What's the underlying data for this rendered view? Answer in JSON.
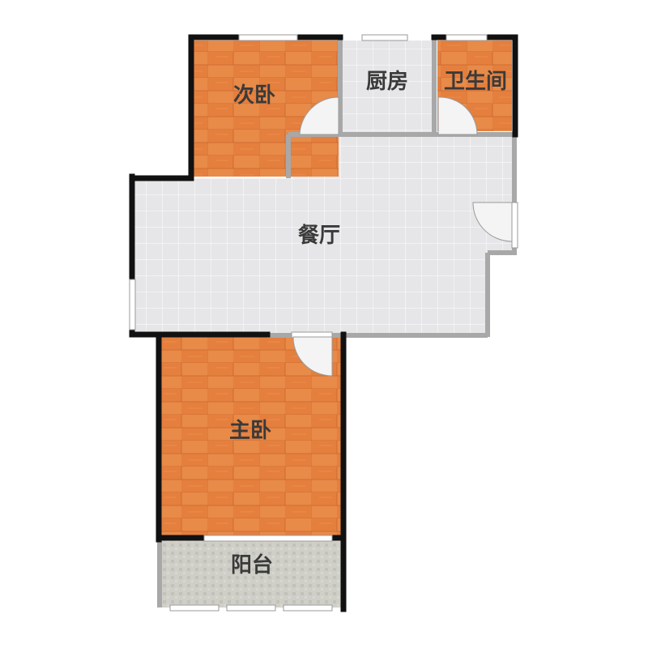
{
  "floor_plan": {
    "rooms": {
      "second_bedroom": {
        "label": "次卧"
      },
      "kitchen": {
        "label": "厨房"
      },
      "bathroom": {
        "label": "卫生间"
      },
      "dining_room": {
        "label": "餐厅"
      },
      "master_bedroom": {
        "label": "主卧"
      },
      "balcony": {
        "label": "阳台"
      }
    },
    "colors": {
      "wood_floor": "#e88a48",
      "wood_floor_dark": "#d9703a",
      "tile_floor": "#e6e6e8",
      "tile_line": "#ffffff",
      "balcony_floor": "#cfcfc8",
      "wall": "#111111",
      "partition": "#a8a8a8",
      "window": "#ffffff",
      "door_swing": "#f4f4f4"
    }
  }
}
